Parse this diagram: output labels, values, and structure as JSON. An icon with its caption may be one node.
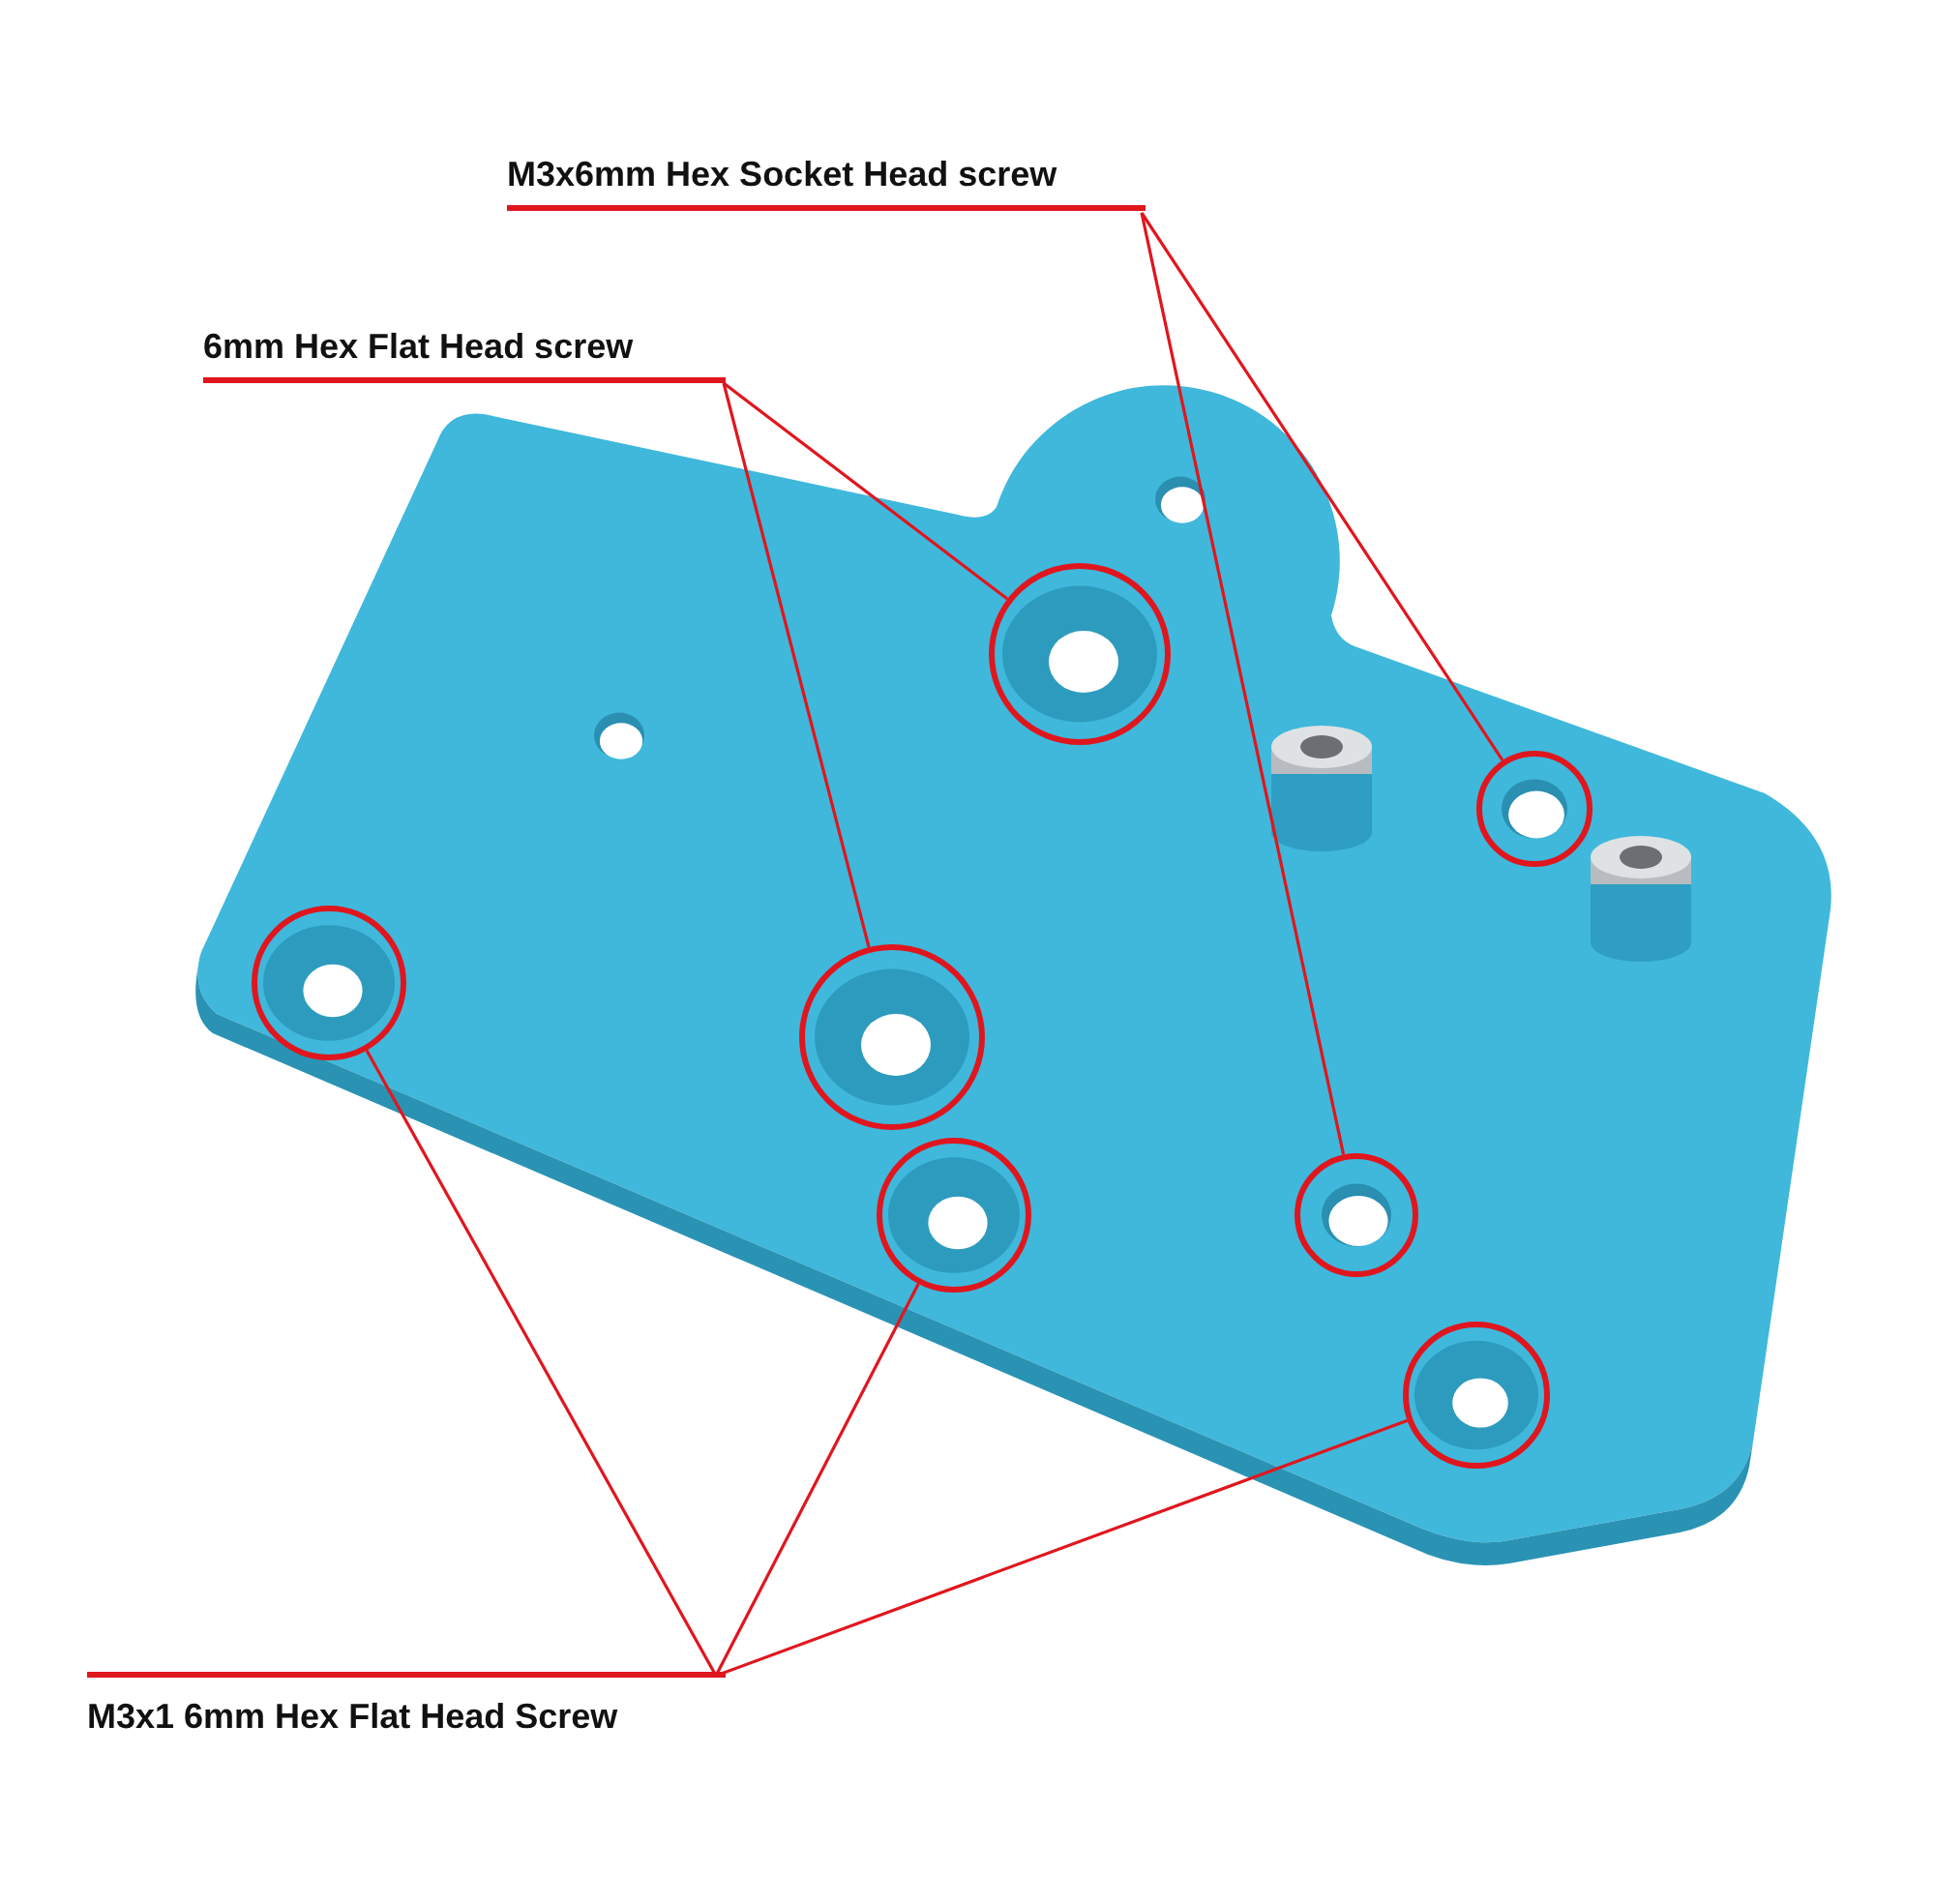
{
  "diagram": {
    "nodes": [
      {
        "text": [
          "M3x6mm Hex Socket Head screw"
        ]
      },
      {
        "text": [
          "6mm Hex Flat Head screw"
        ]
      },
      {
        "text": [],
        "shape": "circle"
      },
      {
        "text": [],
        "shape": "circle"
      },
      {
        "text": [],
        "shape": "circle"
      },
      {
        "text": [],
        "shape": "circle"
      },
      {
        "text": [],
        "shape": "circle"
      },
      {
        "text": [],
        "shape": "circle"
      },
      {
        "text": [],
        "shape": "circle"
      },
      {
        "text": [
          "M3x1 6mm Hex Flat Head Screw"
        ]
      }
    ],
    "edges": [
      {
        "from": 0,
        "to": 3,
        "arrow": "none",
        "color": "#e0161e"
      },
      {
        "from": 0,
        "to": 7,
        "arrow": "none",
        "color": "#e0161e"
      },
      {
        "from": 1,
        "to": 2,
        "arrow": "none",
        "color": "#e0161e"
      },
      {
        "from": 1,
        "to": 5,
        "arrow": "none",
        "color": "#e0161e"
      },
      {
        "from": 9,
        "to": 4,
        "arrow": "none",
        "color": "#e0161e"
      },
      {
        "from": 9,
        "to": 6,
        "arrow": "none",
        "color": "#e0161e"
      },
      {
        "from": 9,
        "to": 8,
        "arrow": "none",
        "color": "#e0161e"
      }
    ]
  }
}
